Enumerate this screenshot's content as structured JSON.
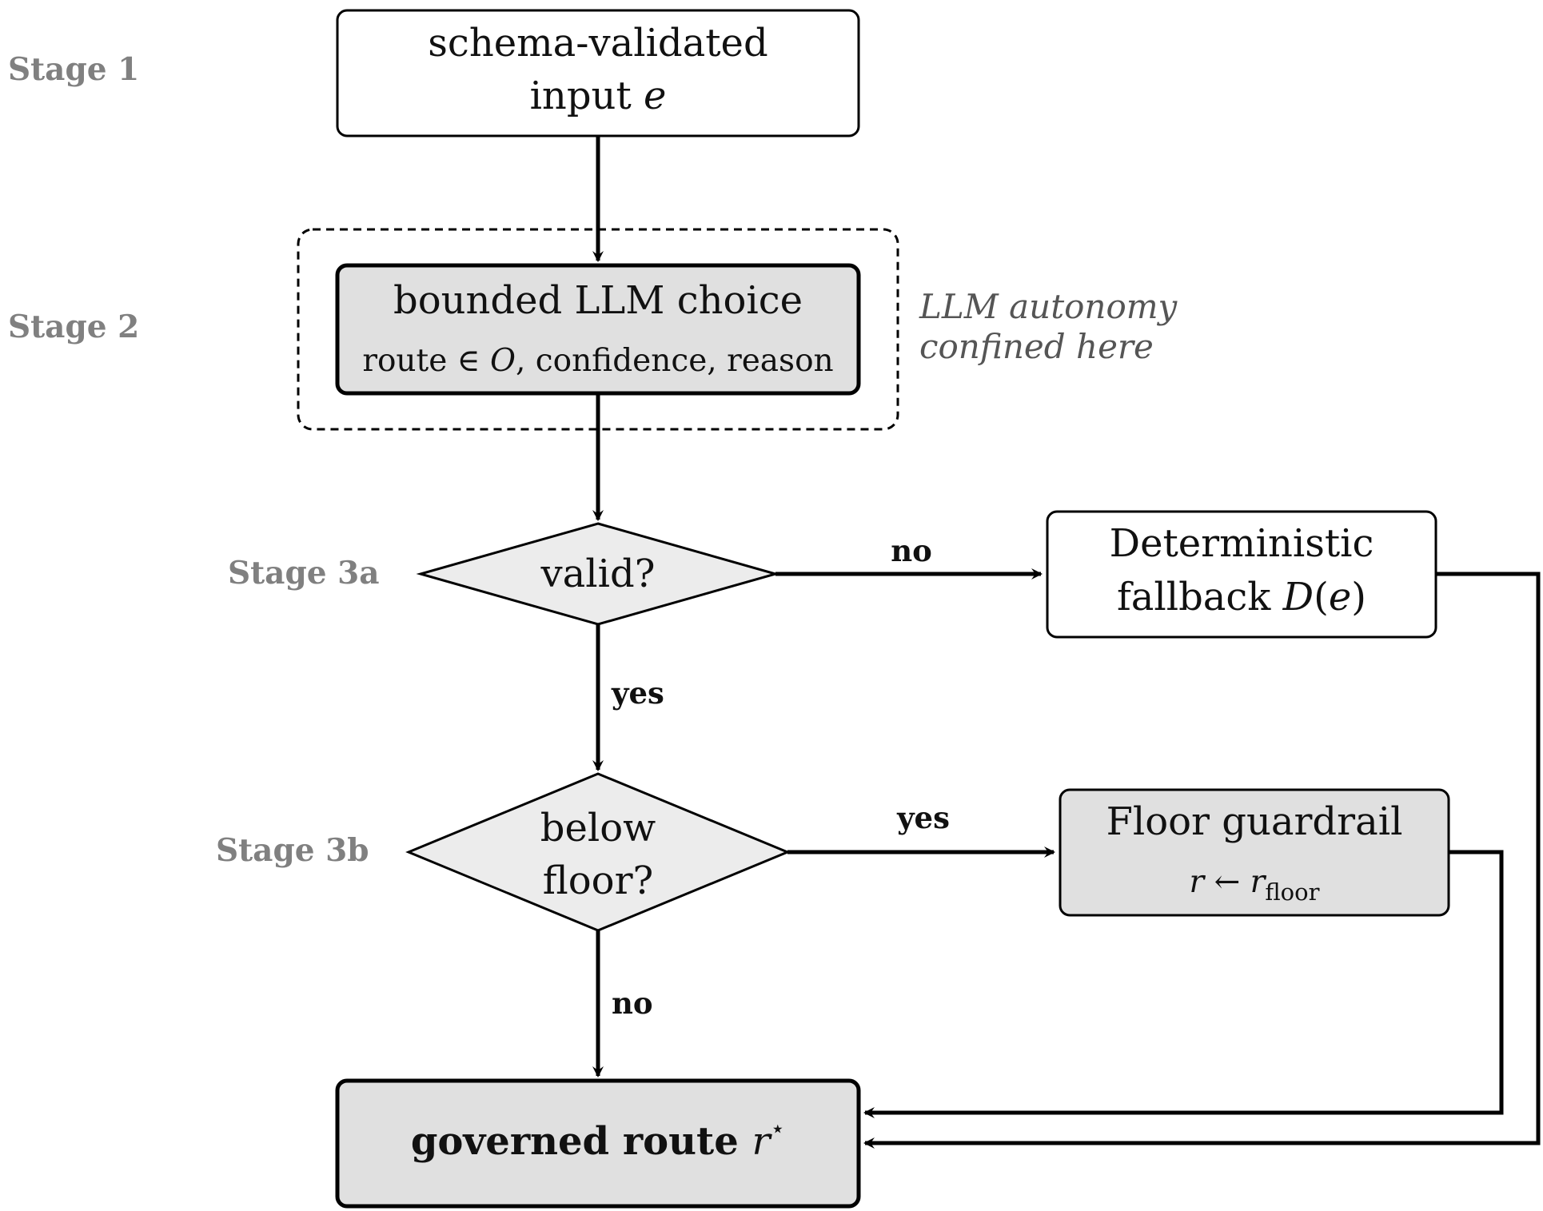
{
  "stages": {
    "s1": "Stage 1",
    "s2": "Stage 2",
    "s3a": "Stage 3a",
    "s3b": "Stage 3b"
  },
  "nodes": {
    "input": {
      "line1": "schema-validated",
      "line2_text": "input ",
      "line2_var": "e"
    },
    "llm": {
      "title": "bounded LLM choice",
      "sub_a": "route ∈ ",
      "sub_var": "O",
      "sub_b": ", confidence, reason"
    },
    "valid": {
      "label": "valid?"
    },
    "fallback": {
      "line1": "Deterministic",
      "line2_a": "fallback ",
      "line2_var": "D",
      "line2_b": "(",
      "line2_var2": "e",
      "line2_c": ")"
    },
    "below": {
      "line1": "below",
      "line2": "floor?"
    },
    "floor": {
      "title": "Floor guardrail",
      "var_r": "r",
      "arrow": " ← ",
      "var_r2": "r",
      "subscript": "floor"
    },
    "governed": {
      "text": "governed route ",
      "var": "r",
      "sup": "⋆"
    }
  },
  "edges": {
    "valid_no": "no",
    "valid_yes": "yes",
    "below_yes": "yes",
    "below_no": "no"
  },
  "annotation": {
    "line1": "LLM autonomy",
    "line2": "confined here"
  },
  "colors": {
    "stroke": "#000000",
    "gray_fill": "#e0e0e0",
    "light_fill": "#ececec",
    "stage_label": "#808080",
    "annotation": "#555555"
  }
}
